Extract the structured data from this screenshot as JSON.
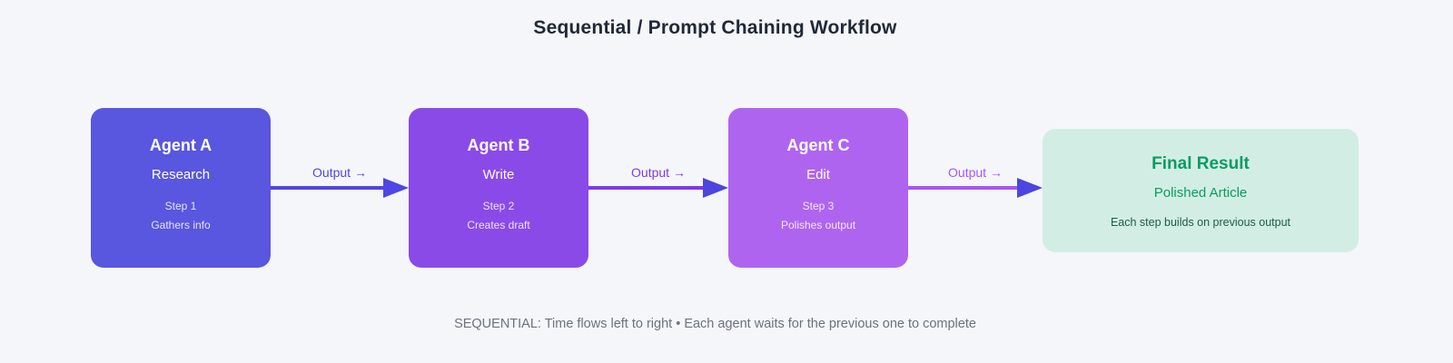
{
  "background": "#F5F6FA",
  "title": "Sequential / Prompt Chaining Workflow",
  "title_color": "#1F2937",
  "agents": [
    {
      "name": "Agent A",
      "role": "Research",
      "step": "Step 1",
      "detail": "Gathers info",
      "color": "#5956E0"
    },
    {
      "name": "Agent B",
      "role": "Write",
      "step": "Step 2",
      "detail": "Creates draft",
      "color": "#8A4AE8"
    },
    {
      "name": "Agent C",
      "role": "Edit",
      "step": "Step 3",
      "detail": "Polishes output",
      "color": "#AF64F0"
    }
  ],
  "arrows": [
    {
      "label": "Output →",
      "line_color": "#4F46E5",
      "head_color": "#4F46E5"
    },
    {
      "label": "Output →",
      "line_color": "#7C3AED",
      "head_color": "#4C45DF"
    },
    {
      "label": "Output →",
      "line_color": "#A855F7",
      "head_color": "#4C45DF"
    }
  ],
  "final_result": {
    "name": "Final Result",
    "role": "Polished Article",
    "detail": "Each step builds on previous output",
    "bg": "#D2EEE4",
    "text_color": "#0B9B64",
    "detail_color": "#1D5C46"
  },
  "footer": "SEQUENTIAL: Time flows left to right • Each agent waits for the previous one to complete",
  "footer_color": "#6B7280"
}
